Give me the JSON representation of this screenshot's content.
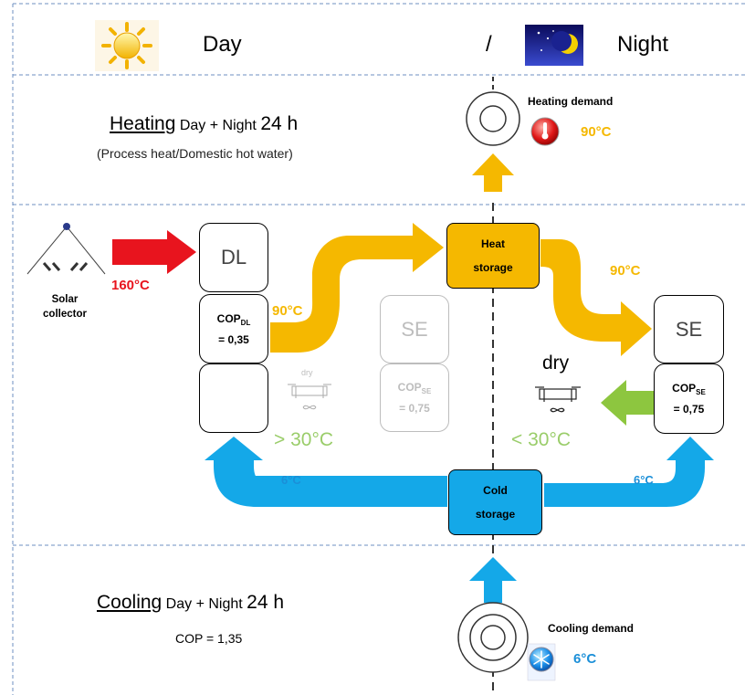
{
  "header": {
    "day": "Day",
    "slash": "/",
    "night": "Night"
  },
  "heating": {
    "title_underlined": "Heating",
    "title_rest": " Day + Night ",
    "title_hours": "24 h",
    "subtitle": "(Process heat/Domestic hot water)",
    "demand_label": "Heating demand",
    "demand_temp": "90°C"
  },
  "cooling": {
    "title_underlined": "Cooling",
    "title_rest": " Day + Night ",
    "title_hours": "24 h",
    "cop": "COP = 1,35",
    "demand_label": "Cooling demand",
    "demand_temp": "6°C"
  },
  "solar": {
    "line1": "Solar",
    "line2": "collector",
    "temp": "160°C"
  },
  "dl_unit": {
    "label": "DL",
    "cop": "COP",
    "cop_sub": "DL",
    "cop_value": "= 0,35",
    "out_temp": "90°C"
  },
  "se_day": {
    "label": "SE",
    "cop": "COP",
    "cop_sub": "SE",
    "cop_value": "= 0,75"
  },
  "se_night": {
    "label": "SE",
    "cop": "COP",
    "cop_sub": "SE",
    "cop_value": "= 0,75",
    "in_temp": "90°C"
  },
  "heat_storage": {
    "line1": "Heat",
    "line2": "storage"
  },
  "cold_storage": {
    "line1": "Cold",
    "line2": "storage"
  },
  "dry_cooler_day": {
    "label": "dry",
    "temp": "> 30°C"
  },
  "dry_cooler_night": {
    "label": "dry",
    "temp": "< 30°C"
  },
  "cold_lines": {
    "left_temp": "6°C",
    "right_temp": "6°C"
  },
  "colors": {
    "orange": "#f5b800",
    "red": "#e8141e",
    "blue": "#14a8e8",
    "green": "#8dc63f",
    "grey": "#bdbdbd"
  }
}
